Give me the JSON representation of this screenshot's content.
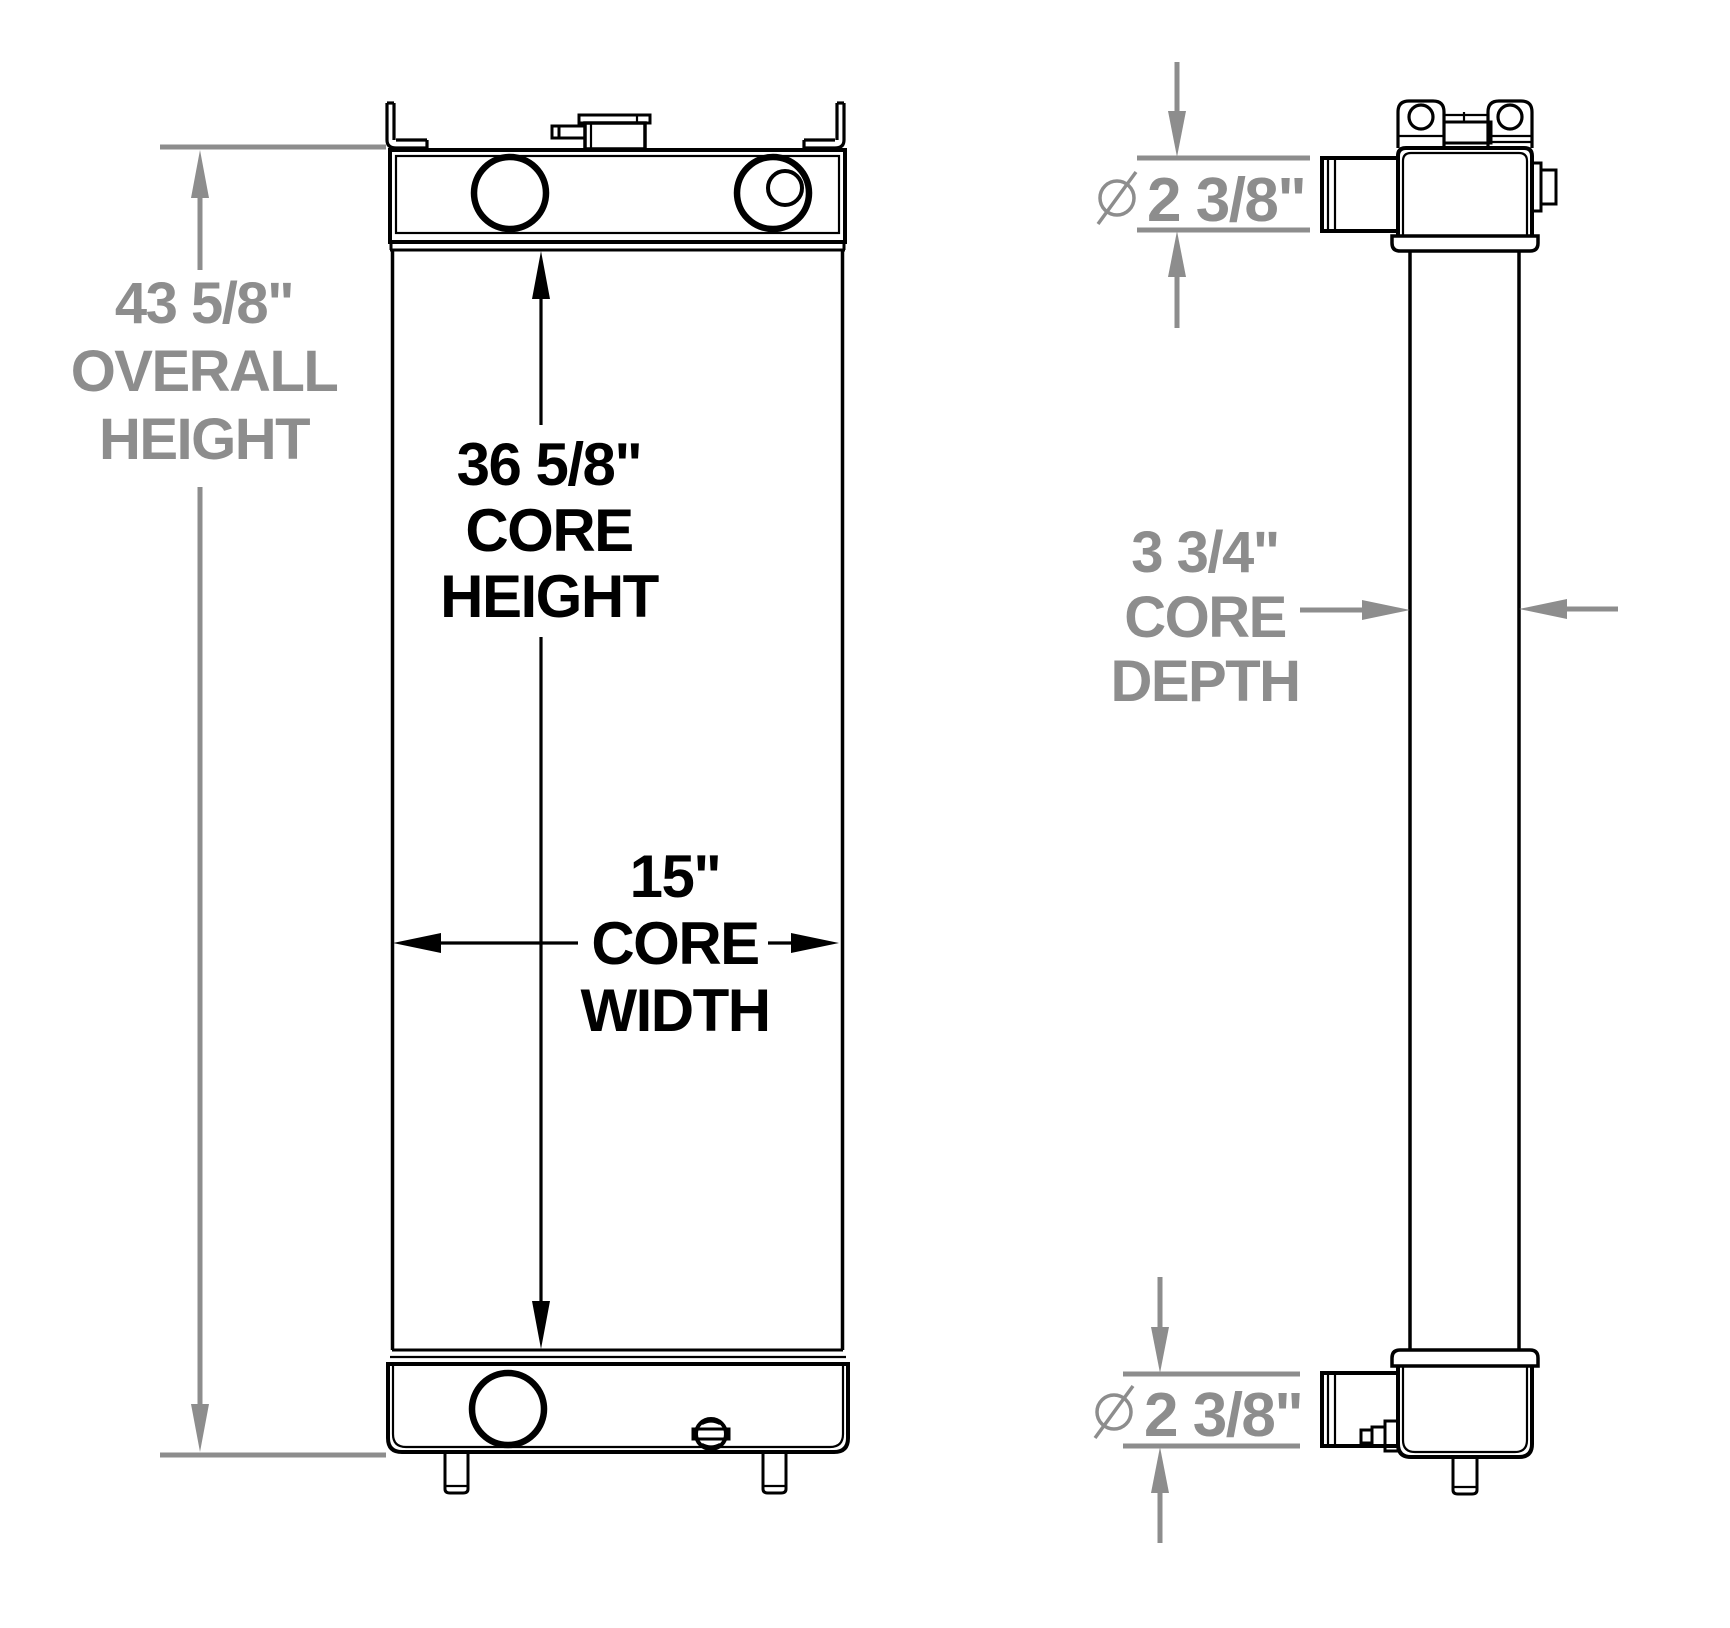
{
  "colors": {
    "line": "#000000",
    "dimension": "#8d8d8d",
    "background": "#ffffff"
  },
  "front_view": {
    "overall_height": {
      "value": "43 5/8\"",
      "word1": "OVERALL",
      "word2": "HEIGHT"
    },
    "core_height": {
      "value": "36 5/8\"",
      "word1": "CORE",
      "word2": "HEIGHT"
    },
    "core_width": {
      "value": "15\"",
      "word1": "CORE",
      "word2": "WIDTH"
    }
  },
  "side_view": {
    "core_depth": {
      "value": "3 3/4\"",
      "word1": "CORE",
      "word2": "DEPTH"
    },
    "top_port_diameter": {
      "symbol": "⌀",
      "value": "2 3/8\""
    },
    "bottom_port_diameter": {
      "symbol": "⌀",
      "value": "2 3/8\""
    }
  }
}
